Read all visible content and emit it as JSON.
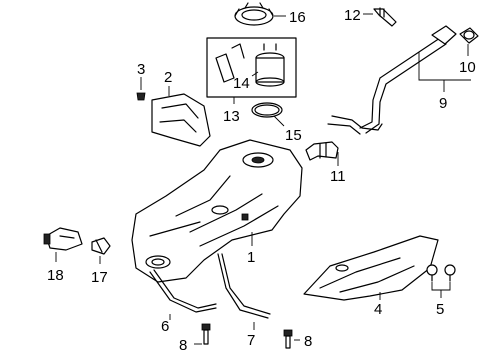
{
  "diagram": {
    "callouts": {
      "c1": "1",
      "c2": "2",
      "c3": "3",
      "c4": "4",
      "c5": "5",
      "c6": "6",
      "c7": "7",
      "c8a": "8",
      "c8b": "8",
      "c9": "9",
      "c10": "10",
      "c11": "11",
      "c12": "12",
      "c13": "13",
      "c14": "14",
      "c15": "15",
      "c16": "16",
      "c17": "17",
      "c18": "18"
    }
  }
}
